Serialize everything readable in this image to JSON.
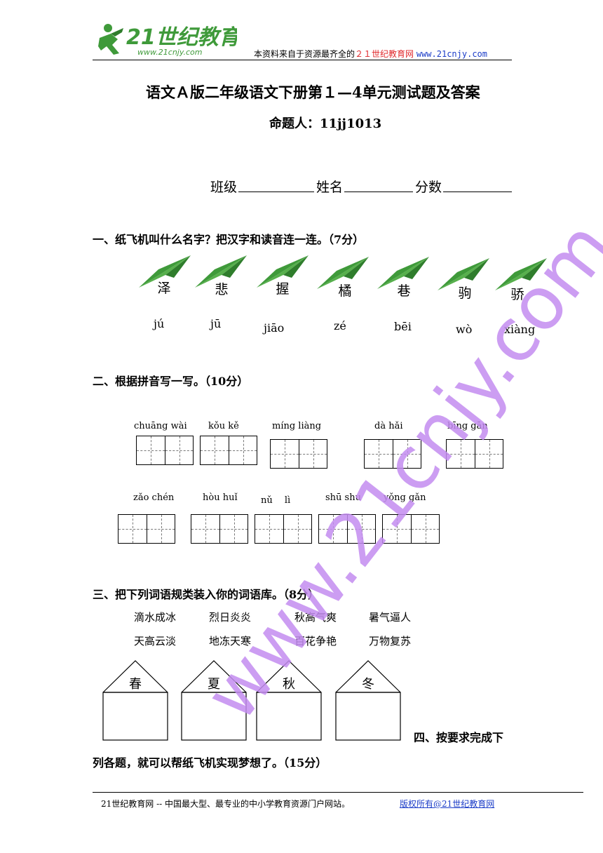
{
  "header": {
    "logo_text": "21世纪教育",
    "logo_url": "www.21cnjy.com",
    "note_prefix": "本资料来自于资源最齐全的",
    "note_site": "２１世纪教育网",
    "note_url": "www.21cnjy.com"
  },
  "title": "语文Ａ版二年级语文下册第１—4单元测试题及答案",
  "author": "命题人：11jj1013",
  "fields": {
    "class": "班级",
    "name": "姓名",
    "score": "分数"
  },
  "q1": {
    "heading": "一、纸飞机叫什么名字？把汉字和读音连一连。（7分）",
    "chars": [
      "泽",
      "悲",
      "握",
      "橘",
      "巷",
      "驹",
      "骄"
    ],
    "pinyin": [
      "jú",
      "jū",
      "jiāo",
      "zé",
      "bēi",
      "wò",
      "xiàng"
    ]
  },
  "q2": {
    "heading": "二、根据拼音写一写。（10分）",
    "row1": [
      "chuāng wài",
      "kǒu kě",
      "míng liàng",
      "dà hǎi",
      "bīng gān"
    ],
    "row2": [
      "zǎo chén",
      "hòu huǐ",
      "nǔ　 lì",
      "shū shu",
      "yǒng gǎn"
    ]
  },
  "q3": {
    "heading": "三、把下列词语规类装入你的词语库。（8分）",
    "words_row1": [
      "滴水成冰",
      "烈日炎炎",
      "秋高气爽",
      "暑气逼人"
    ],
    "words_row2": [
      "天高云淡",
      "地冻天寒",
      "百花争艳",
      "万物复苏"
    ],
    "houses": [
      "春",
      "夏",
      "秋",
      "冬"
    ]
  },
  "q4": {
    "heading_part1": "四、按要求完成下",
    "heading_part2": "列各题，就可以帮纸飞机实现梦想了。（15分）"
  },
  "footer": {
    "left": "21世纪教育网 -- 中国最大型、最专业的中小学教育资源门户网站。",
    "right": "版权所有@21世纪教育网"
  },
  "watermark": "www.21cnjy.com",
  "colors": {
    "plane_green": "#3f9a3a",
    "watermark": "#c48cf0",
    "link_blue": "#1b3cc8",
    "red": "#e0282b"
  }
}
